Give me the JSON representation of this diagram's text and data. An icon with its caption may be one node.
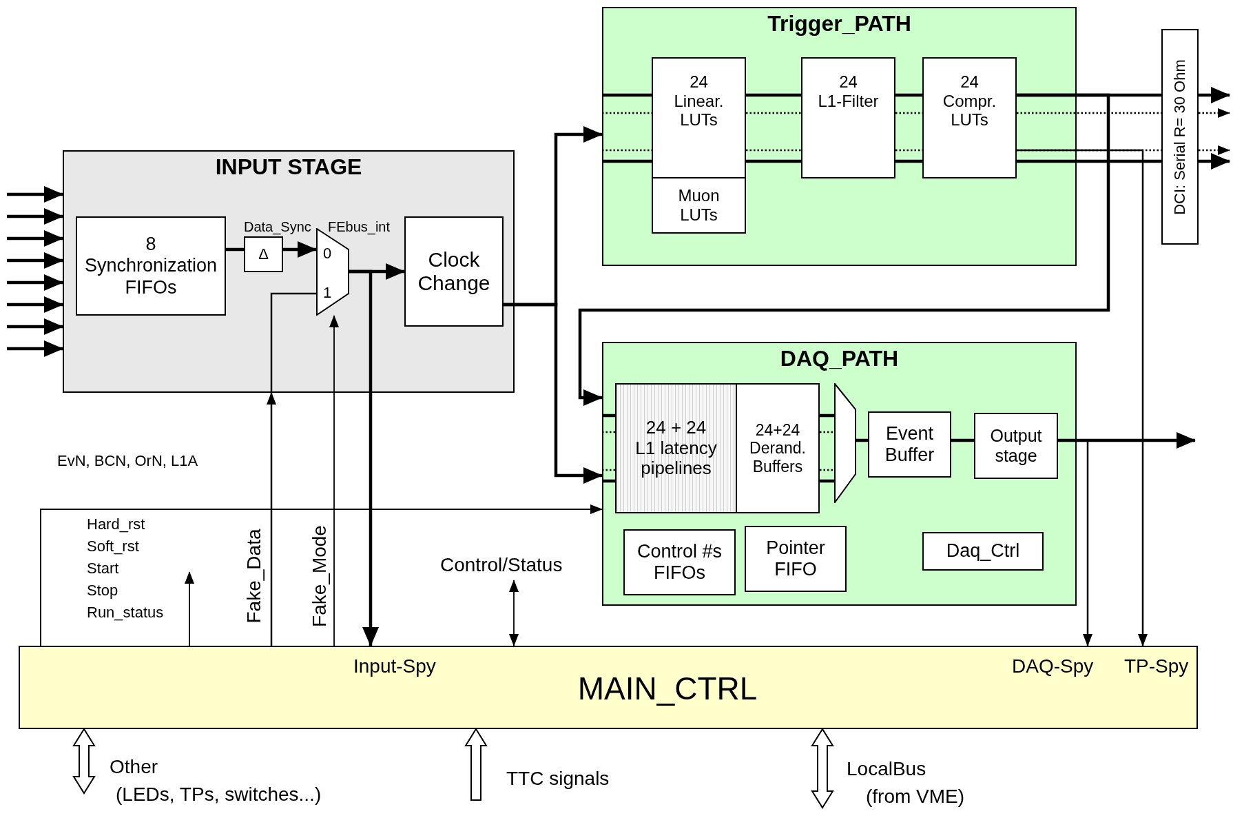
{
  "diagram": {
    "nodes": [
      {
        "text": [
          "INPUT STAGE"
        ]
      },
      {
        "text": [
          "8 Synchronization FIFOs"
        ],
        "in": 0
      },
      {
        "text": [
          "Δ"
        ],
        "in": 0,
        "beside": [
          "Data_Sync"
        ]
      },
      {
        "text": [
          "0",
          "1"
        ],
        "in": 0,
        "beside": [
          "FEbus_int"
        ]
      },
      {
        "text": [
          "Clock Change"
        ],
        "in": 0
      },
      {
        "text": [
          "Trigger_PATH"
        ]
      },
      {
        "text": [
          "24 Linear. LUTs"
        ],
        "in": 5
      },
      {
        "text": [
          "Muon LUTs"
        ],
        "in": 5
      },
      {
        "text": [
          "24 L1-Filter"
        ],
        "in": 5
      },
      {
        "text": [
          "24 Compr. LUTs"
        ],
        "in": 5
      },
      {
        "text": [
          "DCI: Serial R= 30 Ohm"
        ]
      },
      {
        "text": [
          "DAQ_PATH"
        ]
      },
      {
        "text": [
          "24 + 24 L1 latency pipelines"
        ],
        "in": 11
      },
      {
        "text": [
          "24+24 Derand. Buffers"
        ],
        "in": 11
      },
      {
        "text": [],
        "shape": "trapezoid",
        "in": 11
      },
      {
        "text": [
          "Event Buffer"
        ],
        "in": 11
      },
      {
        "text": [
          "Output stage"
        ],
        "in": 11
      },
      {
        "text": [
          "Control #s FIFOs"
        ],
        "in": 11
      },
      {
        "text": [
          "Pointer FIFO"
        ],
        "in": 11
      },
      {
        "text": [
          "Daq_Ctrl"
        ],
        "in": 11
      },
      {
        "text": [
          "MAIN_CTRL",
          "Input-Spy",
          "DAQ-Spy",
          "TP-Spy"
        ]
      }
    ],
    "edges": [
      {
        "from": null,
        "to": 0,
        "arrow": "to"
      },
      {
        "from": null,
        "to": 0,
        "arrow": "to"
      },
      {
        "from": null,
        "to": 0,
        "arrow": "to"
      },
      {
        "from": null,
        "to": 0,
        "arrow": "to"
      },
      {
        "from": null,
        "to": 0,
        "arrow": "to"
      },
      {
        "from": null,
        "to": 0,
        "arrow": "to"
      },
      {
        "from": null,
        "to": 0,
        "arrow": "to"
      },
      {
        "from": null,
        "to": 0,
        "arrow": "to"
      },
      {
        "from": 1,
        "to": 2,
        "arrow": "none"
      },
      {
        "from": 2,
        "to": 3,
        "arrow": "to"
      },
      {
        "from": 3,
        "to": 4,
        "arrow": "to"
      },
      {
        "from": 4,
        "to": 5,
        "arrow": "to"
      },
      {
        "from": 4,
        "to": 11,
        "arrow": "to"
      },
      {
        "from": 5,
        "to": 6,
        "arrow": "none"
      },
      {
        "from": 6,
        "to": 8,
        "arrow": "none"
      },
      {
        "from": 8,
        "to": 9,
        "arrow": "none"
      },
      {
        "from": 9,
        "to": 10,
        "arrow": "none"
      },
      {
        "from": 10,
        "to": null,
        "arrow": "to"
      },
      {
        "from": 5,
        "to": 6,
        "arrow": "none",
        "style": "dashed"
      },
      {
        "from": 6,
        "to": 8,
        "arrow": "none",
        "style": "dashed"
      },
      {
        "from": 8,
        "to": 9,
        "arrow": "none",
        "style": "dashed"
      },
      {
        "from": 9,
        "to": 10,
        "arrow": "none",
        "style": "dashed"
      },
      {
        "from": 10,
        "to": null,
        "arrow": "to",
        "style": "dashed"
      },
      {
        "from": 5,
        "to": 6,
        "arrow": "none",
        "style": "dashed"
      },
      {
        "from": 6,
        "to": 8,
        "arrow": "none",
        "style": "dashed"
      },
      {
        "from": 8,
        "to": 9,
        "arrow": "none",
        "style": "dashed"
      },
      {
        "from": 9,
        "to": 10,
        "arrow": "none",
        "style": "dashed"
      },
      {
        "from": 10,
        "to": null,
        "arrow": "to",
        "style": "dashed"
      },
      {
        "from": 5,
        "to": 6,
        "arrow": "none"
      },
      {
        "from": 6,
        "to": 8,
        "arrow": "none"
      },
      {
        "from": 8,
        "to": 9,
        "arrow": "none"
      },
      {
        "from": 9,
        "to": 10,
        "arrow": "none"
      },
      {
        "from": 10,
        "to": null,
        "arrow": "to"
      },
      {
        "from": 9,
        "to": 11,
        "arrow": "to"
      },
      {
        "from": 9,
        "to": 20,
        "arrow": "to"
      },
      {
        "from": 11,
        "to": 12,
        "arrow": "none"
      },
      {
        "from": 11,
        "to": 12,
        "arrow": "none",
        "style": "dashed"
      },
      {
        "from": 11,
        "to": 12,
        "arrow": "none",
        "style": "dashed"
      },
      {
        "from": 11,
        "to": 12,
        "arrow": "none"
      },
      {
        "from": 13,
        "to": 14,
        "arrow": "none"
      },
      {
        "from": 13,
        "to": 14,
        "arrow": "none",
        "style": "dashed"
      },
      {
        "from": 13,
        "to": 14,
        "arrow": "none",
        "style": "dashed"
      },
      {
        "from": 13,
        "to": 14,
        "arrow": "none"
      },
      {
        "from": 14,
        "to": 15,
        "arrow": "none"
      },
      {
        "from": 15,
        "to": 16,
        "arrow": "none"
      },
      {
        "from": 16,
        "to": null,
        "arrow": "to"
      },
      {
        "from": 16,
        "to": 20,
        "arrow": "to"
      },
      {
        "from": 20,
        "to": 11,
        "arrow": "to"
      },
      {
        "from": 20,
        "to": 0,
        "arrow": "to",
        "label": "Fake_Data"
      },
      {
        "from": 0,
        "to": 3,
        "arrow": "none"
      },
      {
        "from": 20,
        "to": 3,
        "arrow": "to",
        "label": "Fake_Mode"
      },
      {
        "from": 3,
        "to": 20,
        "arrow": "to"
      },
      {
        "from": null,
        "to": 20,
        "arrow": "both",
        "label": "Control/Status"
      },
      {
        "from": 20,
        "to": null,
        "arrow": "to"
      },
      {
        "from": null,
        "to": 20,
        "arrow": "both",
        "label": "Other"
      },
      {
        "from": null,
        "to": 20,
        "arrow": "to",
        "label": "TTC signals"
      },
      {
        "from": null,
        "to": 20,
        "arrow": "both",
        "label": "LocalBus"
      }
    ],
    "labels": [
      "EvN, BCN, OrN, L1A",
      "Hard_rst",
      "Soft_rst",
      "Start",
      "Stop",
      "Run_status",
      "(LEDs, TPs, switches...)",
      "(from VME)"
    ]
  }
}
